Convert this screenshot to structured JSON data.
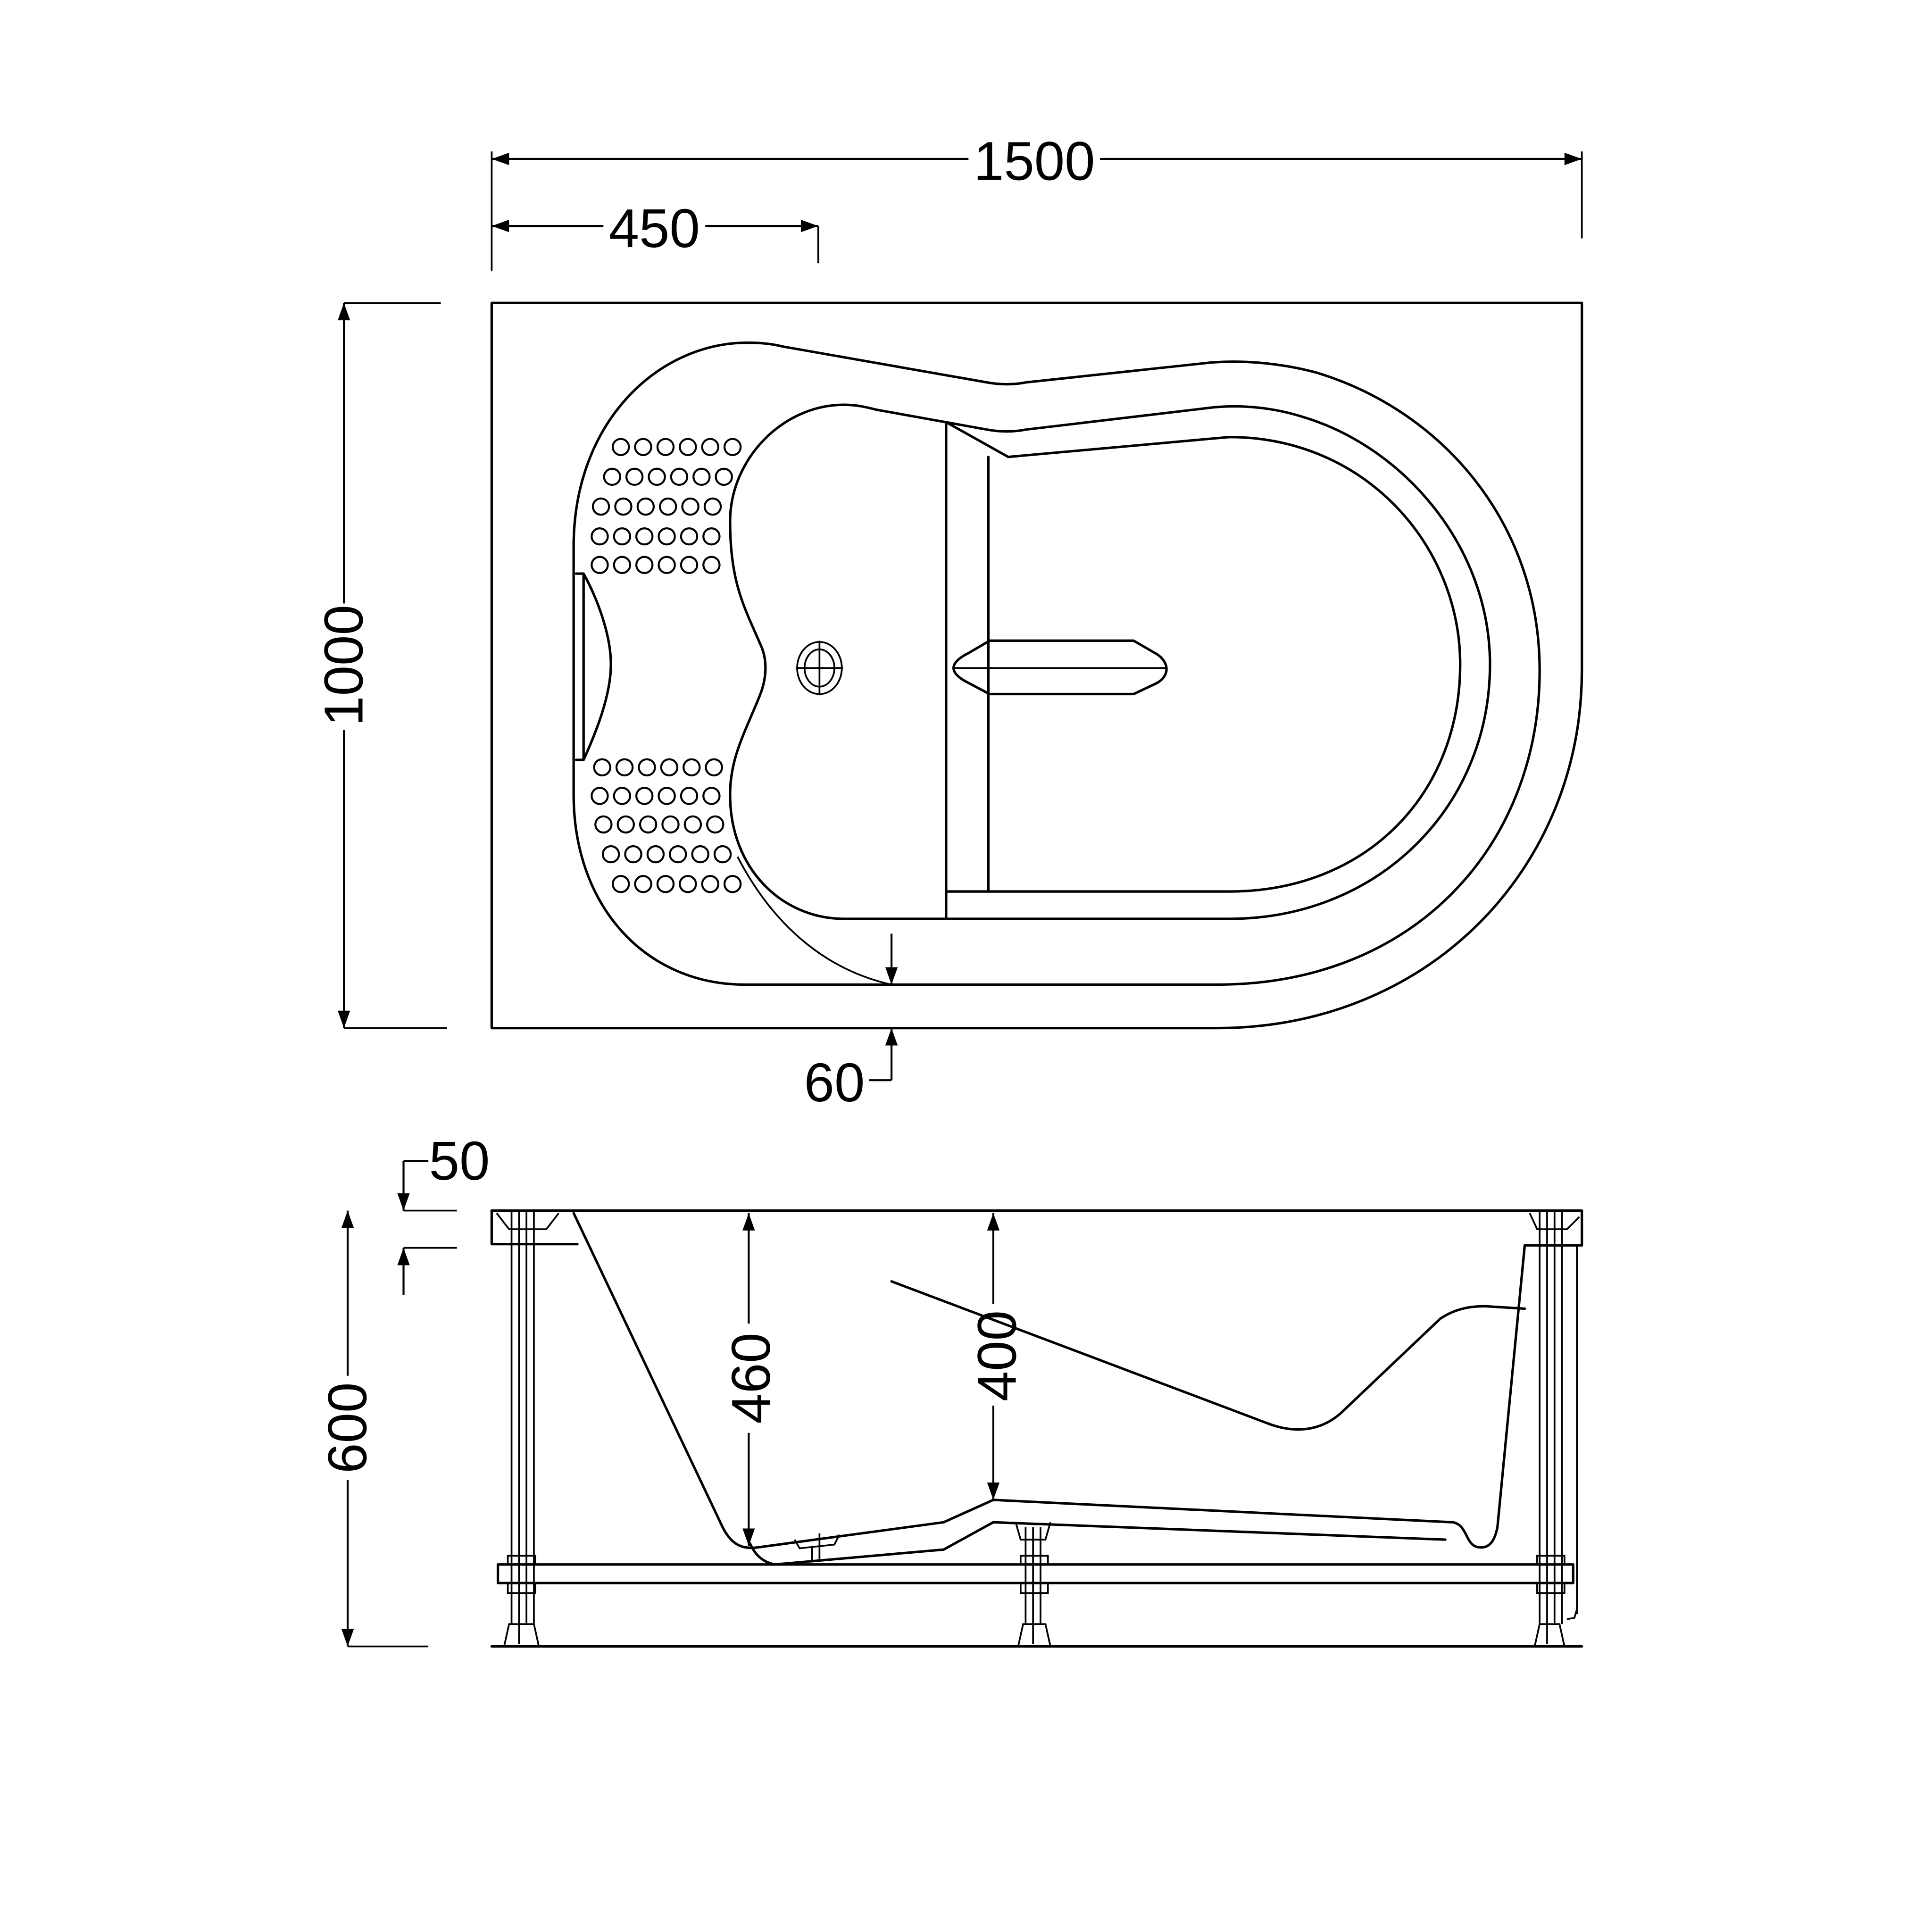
{
  "drawing": {
    "title": "Corner bathtub technical drawing",
    "units": "mm",
    "plan_view": {
      "dimensions": {
        "overall_length": "1500",
        "seat_width": "450",
        "overall_width": "1000",
        "rim_offset": "60"
      },
      "features": {
        "massage_dots_upper": {
          "rows": 5,
          "cols": 6
        },
        "massage_dots_lower": {
          "rows": 5,
          "cols": 6
        },
        "drain": "drain-icon",
        "headrest": "headrest-icon"
      }
    },
    "side_view": {
      "dimensions": {
        "rim_thickness": "50",
        "overall_height": "600",
        "seat_depth": "460",
        "basin_depth": "400"
      },
      "features": {
        "legs": 3,
        "support_frame": "frame-bar"
      }
    },
    "colors": {
      "line": "#000000",
      "background": "#ffffff"
    }
  }
}
